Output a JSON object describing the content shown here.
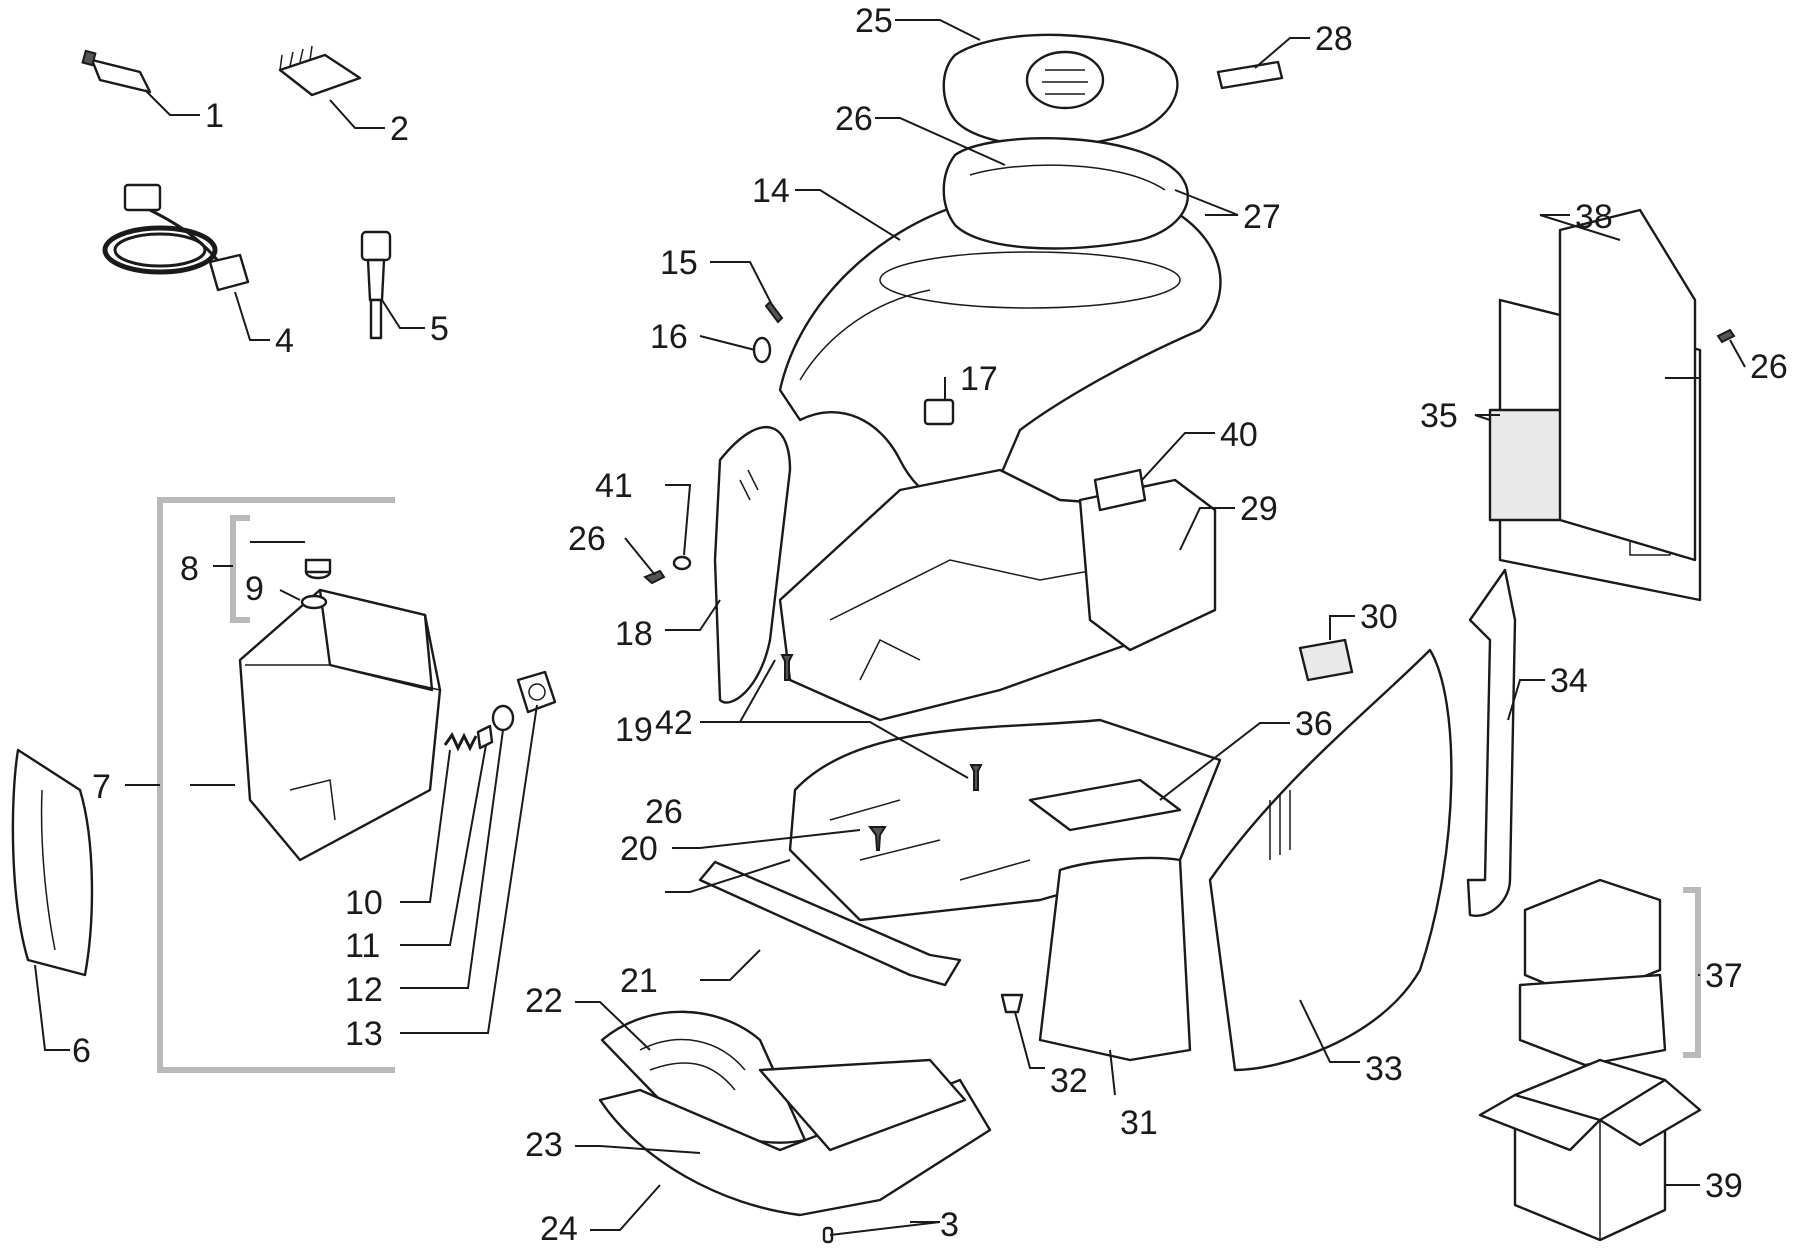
{
  "labels": {
    "l1": "1",
    "l2": "2",
    "l3": "3",
    "l4": "4",
    "l5": "5",
    "l6": "6",
    "l7": "7",
    "l8": "8",
    "l9": "9",
    "l10": "10",
    "l11": "11",
    "l12": "12",
    "l13": "13",
    "l14": "14",
    "l15": "15",
    "l16": "16",
    "l17": "17",
    "l18": "18",
    "l19": "19",
    "l20": "20",
    "l21": "21",
    "l22": "22",
    "l23": "23",
    "l24": "24",
    "l25": "25",
    "l26": "26",
    "l27": "27",
    "l28": "28",
    "l29": "29",
    "l30": "30",
    "l31": "31",
    "l32": "32",
    "l33": "33",
    "l34": "34",
    "l35": "35",
    "l36": "36",
    "l37": "37",
    "l38": "38",
    "l39": "39",
    "l40": "40",
    "l41": "41",
    "l42": "42"
  },
  "colors": {
    "line": "#1a1a1a",
    "bracket": "#b9b9b9",
    "background": "#ffffff"
  }
}
